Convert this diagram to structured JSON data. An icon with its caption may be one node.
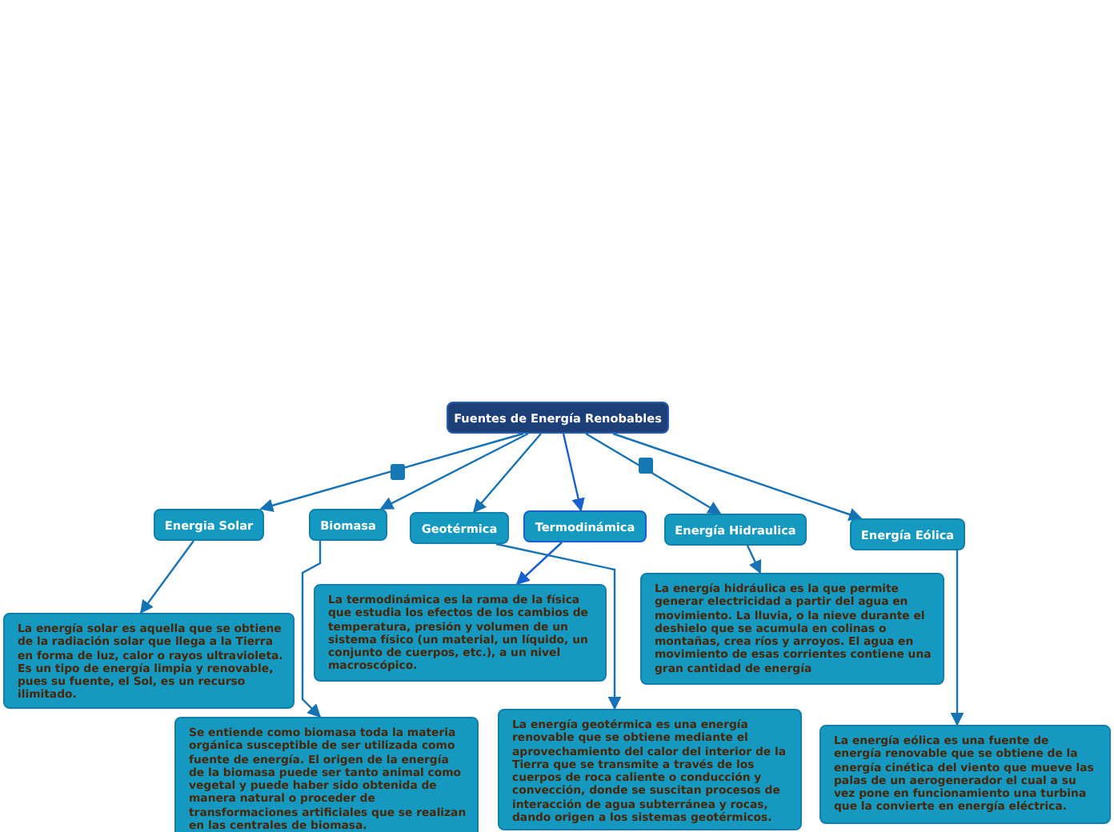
{
  "diagram": {
    "nodes": [
      {
        "text": [
          "Fuentes de Energía Renobables"
        ]
      },
      {
        "text": [
          "Energia Solar"
        ]
      },
      {
        "text": [
          "Biomasa"
        ]
      },
      {
        "text": [
          "Geotérmica"
        ]
      },
      {
        "text": [
          "Termodinámica"
        ]
      },
      {
        "text": [
          "Energía Hidraulica"
        ]
      },
      {
        "text": [
          "Energía Eólica"
        ]
      },
      {
        "text": [
          "La energía solar es aquella que se obtiene de la radiación solar que llega a la Tierra en forma de luz, calor o rayos ultravioleta. Es un tipo de energía limpia y renovable, pues su fuente, el Sol, es un recurso ilimitado."
        ]
      },
      {
        "text": [
          "La termodinámica es la rama de la física que estudia los efectos de los cambios de temperatura, presión y volumen de un sistema físico (un material, un líquido, un conjunto de cuerpos, etc.), a un nivel macroscópico."
        ]
      },
      {
        "text": [
          "La energía hidráulica es la que permite generar electricidad a partir del agua en movimiento. La lluvia, o la nieve durante el deshielo que se acumula en colinas o montañas, crea ríos y arroyos. El agua en movimiento de esas corrientes contiene una gran cantidad de energía"
        ]
      },
      {
        "text": [
          "Se entiende como biomasa toda la materia orgánica susceptible de ser utilizada como fuente de energía. El origen de la energía de la biomasa puede ser tanto animal como vegetal y puede haber sido obtenida de manera natural o proceder de transformaciones artificiales que se realizan en las centrales de biomasa."
        ]
      },
      {
        "text": [
          "La energía geotérmica es una energía renovable que se obtiene mediante el aprovechamiento del calor del interior de la Tierra que se transmite a través de los cuerpos de roca caliente o conducción y convección, donde se suscitan procesos de interacción de agua subterránea y rocas, dando origen a los sistemas geotérmicos."
        ]
      },
      {
        "text": [
          "La energía eólica es una fuente de energía renovable que se obtiene de la energía cinética del viento que mueve las palas de un aerogenerador el cual a su vez pone en funcionamiento una turbina que la convierte en energía eléctrica."
        ]
      }
    ],
    "edges": [
      {
        "from": 0,
        "to": 1,
        "arrow": "to"
      },
      {
        "from": 0,
        "to": 2,
        "arrow": "to"
      },
      {
        "from": 0,
        "to": 3,
        "arrow": "to"
      },
      {
        "from": 0,
        "to": 4,
        "arrow": "to",
        "color": "#1a5fd0"
      },
      {
        "from": 0,
        "to": 5,
        "arrow": "to"
      },
      {
        "from": 0,
        "to": 6,
        "arrow": "to"
      },
      {
        "from": 1,
        "to": 7,
        "arrow": "to"
      },
      {
        "from": 2,
        "to": 10,
        "arrow": "to"
      },
      {
        "from": 3,
        "to": 11,
        "arrow": "to"
      },
      {
        "from": 4,
        "to": 8,
        "arrow": "to",
        "color": "#1a5fd0"
      },
      {
        "from": 5,
        "to": 9,
        "arrow": "to"
      },
      {
        "from": 6,
        "to": 12,
        "arrow": "to"
      }
    ]
  }
}
